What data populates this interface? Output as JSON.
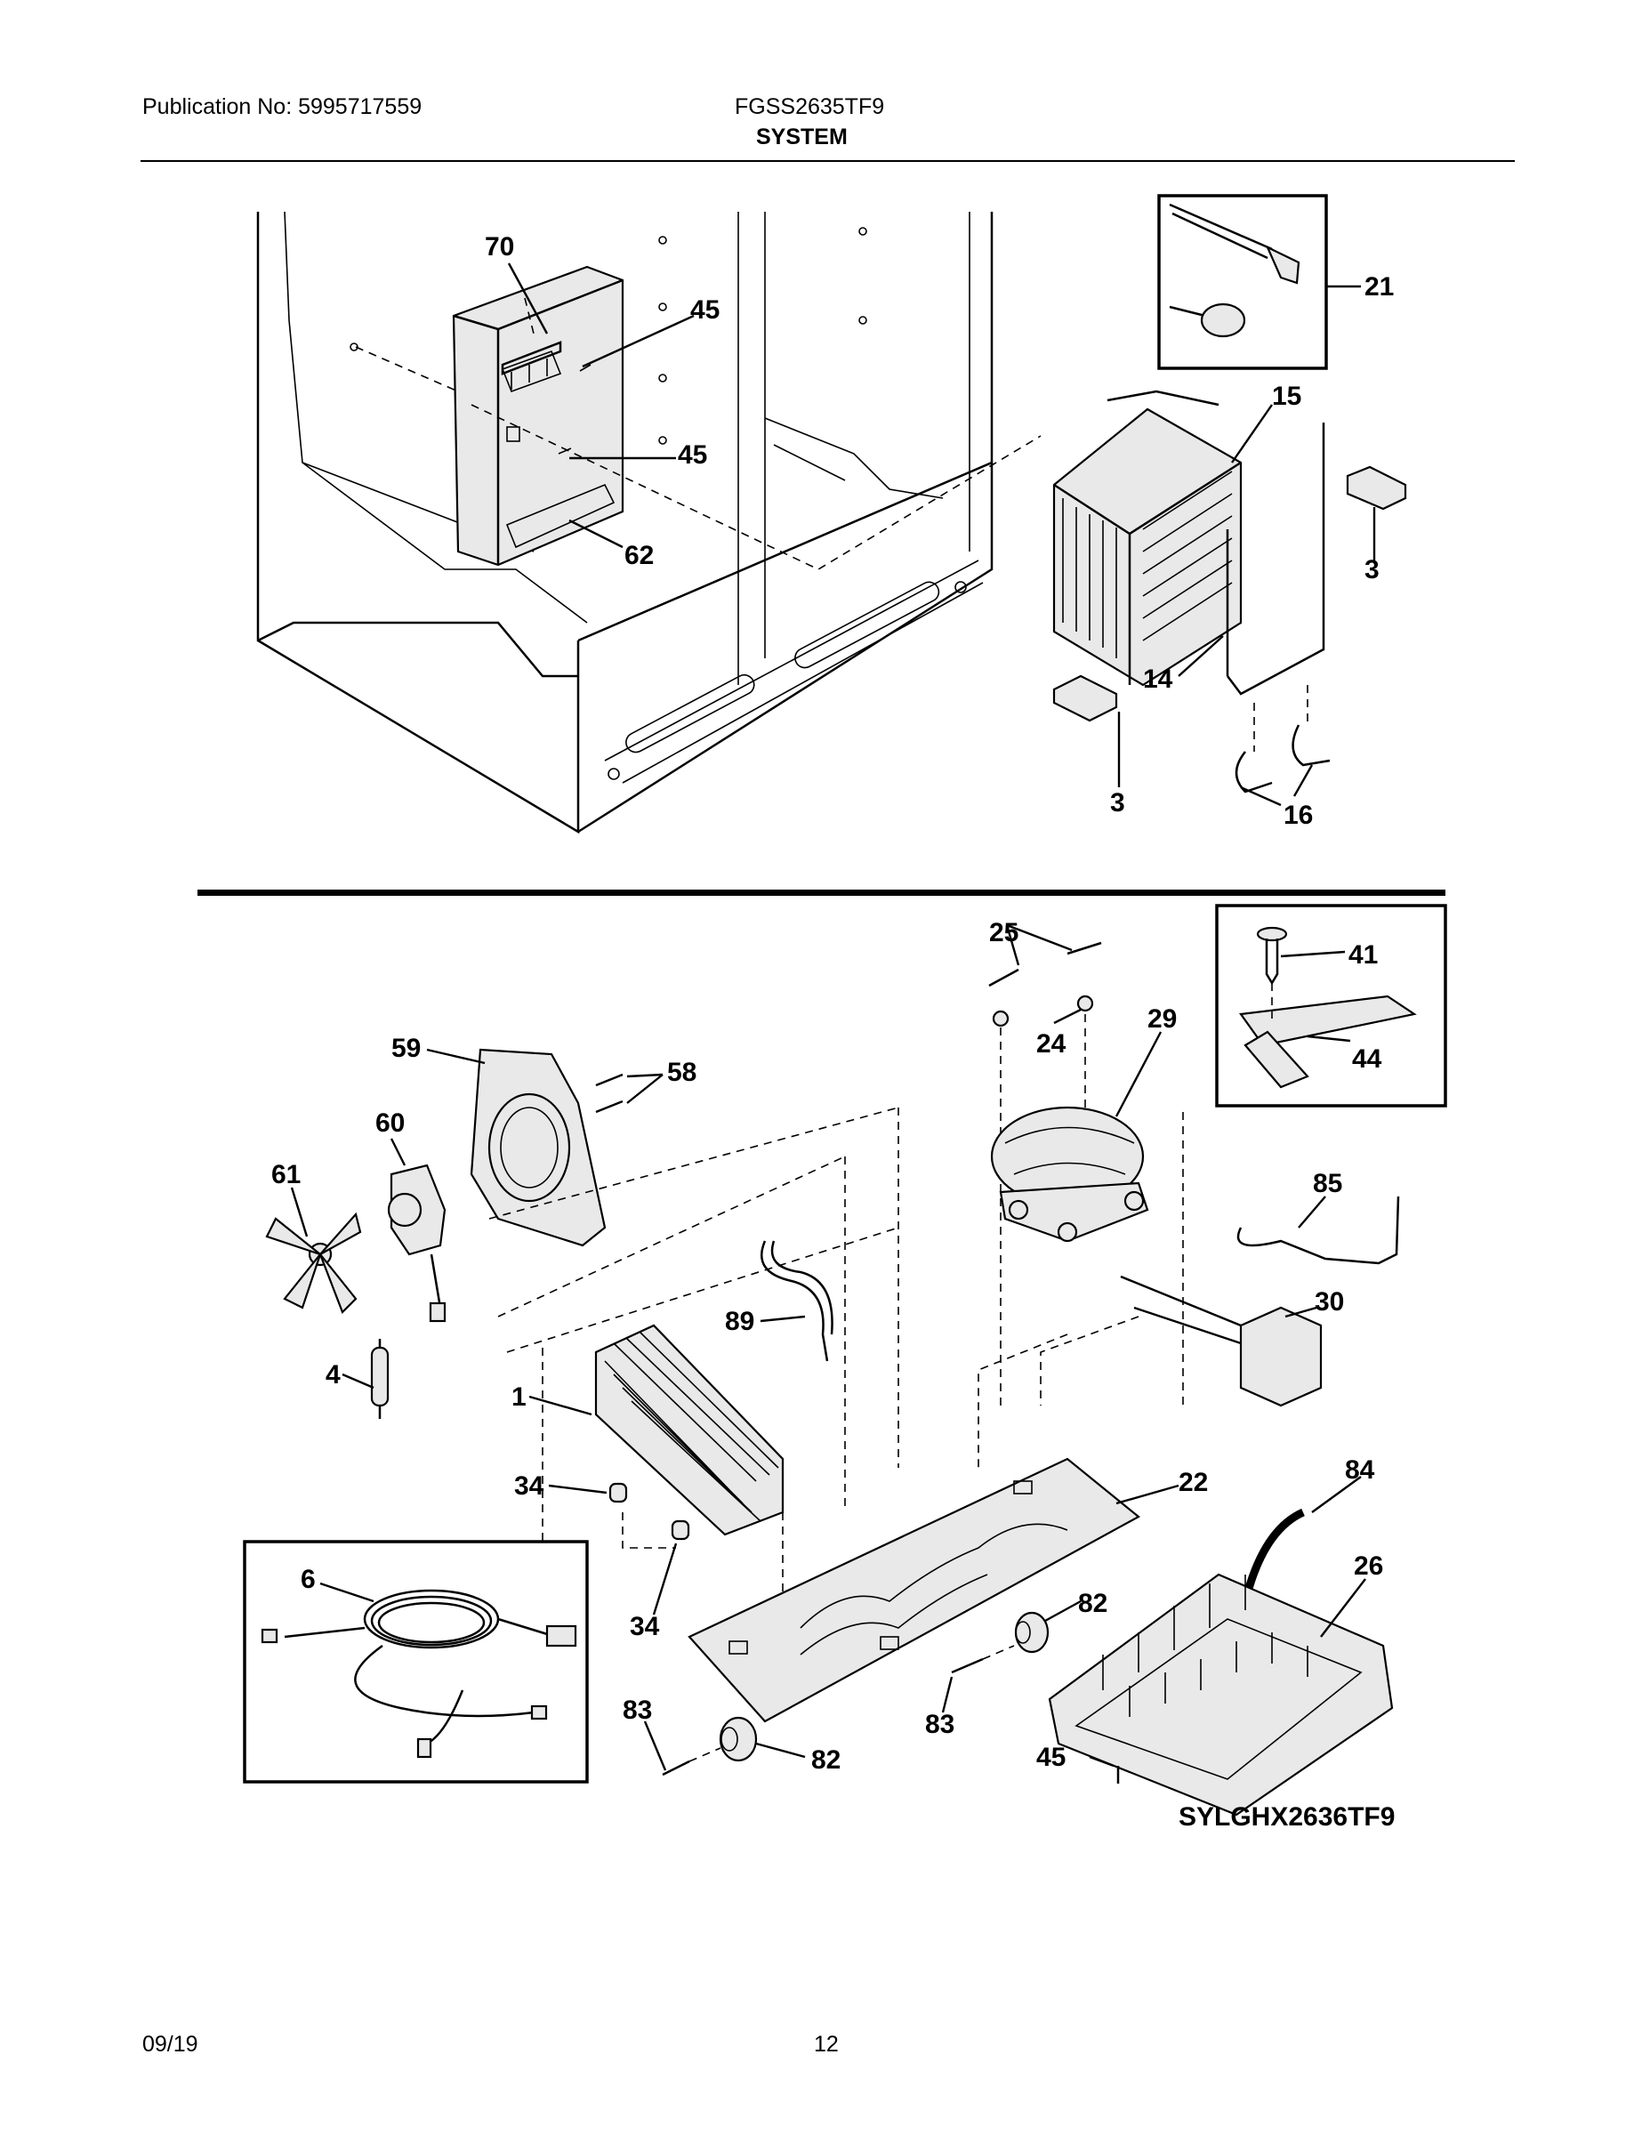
{
  "header": {
    "publication": "Publication No: 5995717559",
    "model": "FGSS2635TF9",
    "section": "SYSTEM"
  },
  "footer": {
    "date": "09/19",
    "page": "12"
  },
  "diagram": {
    "figure_code": "SYLGHX2636TF9",
    "callouts": [
      {
        "id": "c70",
        "text": "70"
      },
      {
        "id": "c45a",
        "text": "45"
      },
      {
        "id": "c45b",
        "text": "45"
      },
      {
        "id": "c62",
        "text": "62"
      },
      {
        "id": "c21",
        "text": "21"
      },
      {
        "id": "c15",
        "text": "15"
      },
      {
        "id": "c3a",
        "text": "3"
      },
      {
        "id": "c14",
        "text": "14"
      },
      {
        "id": "c3b",
        "text": "3"
      },
      {
        "id": "c16",
        "text": "16"
      },
      {
        "id": "c25",
        "text": "25"
      },
      {
        "id": "c41",
        "text": "41"
      },
      {
        "id": "c24",
        "text": "24"
      },
      {
        "id": "c29",
        "text": "29"
      },
      {
        "id": "c44",
        "text": "44"
      },
      {
        "id": "c59",
        "text": "59"
      },
      {
        "id": "c58",
        "text": "58"
      },
      {
        "id": "c60",
        "text": "60"
      },
      {
        "id": "c61",
        "text": "61"
      },
      {
        "id": "c85",
        "text": "85"
      },
      {
        "id": "c30",
        "text": "30"
      },
      {
        "id": "c89",
        "text": "89"
      },
      {
        "id": "c4",
        "text": "4"
      },
      {
        "id": "c1",
        "text": "1"
      },
      {
        "id": "c84",
        "text": "84"
      },
      {
        "id": "c34a",
        "text": "34"
      },
      {
        "id": "c22",
        "text": "22"
      },
      {
        "id": "c26",
        "text": "26"
      },
      {
        "id": "c6",
        "text": "6"
      },
      {
        "id": "c34b",
        "text": "34"
      },
      {
        "id": "c82a",
        "text": "82"
      },
      {
        "id": "c83a",
        "text": "83"
      },
      {
        "id": "c83b",
        "text": "83"
      },
      {
        "id": "c82b",
        "text": "82"
      },
      {
        "id": "c45c",
        "text": "45"
      }
    ]
  }
}
